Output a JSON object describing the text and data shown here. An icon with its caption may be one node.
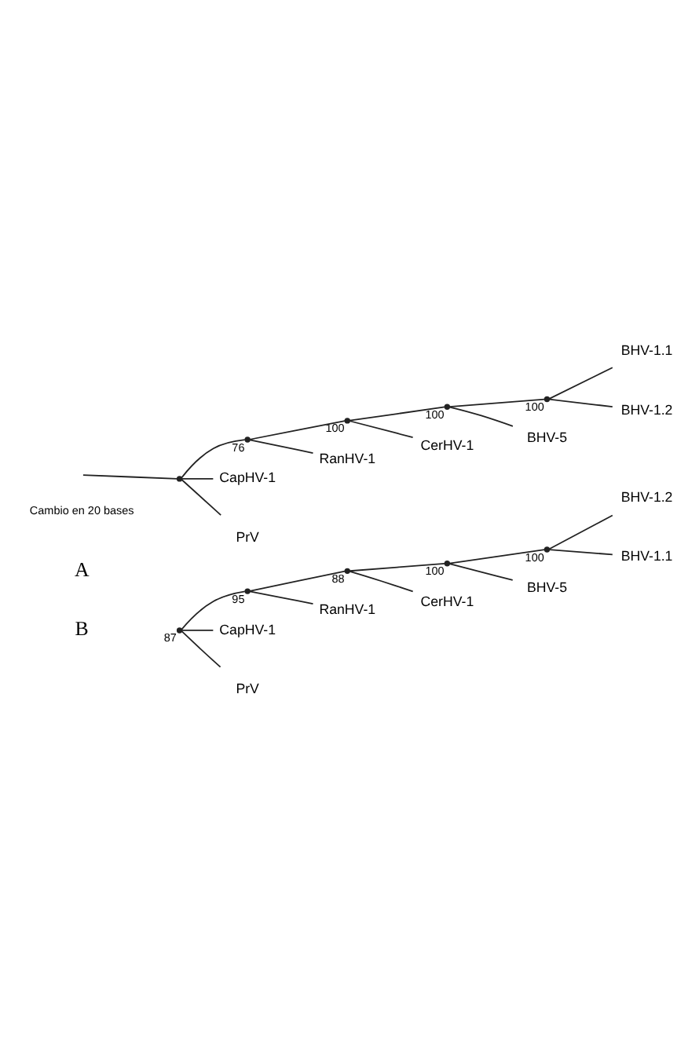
{
  "diagram": {
    "nodes": [
      {
        "text": [],
        "shape": "point"
      },
      {
        "text": [],
        "shape": "point",
        "beside": [
          "76"
        ]
      },
      {
        "text": [],
        "shape": "point",
        "beside": [
          "100"
        ]
      },
      {
        "text": [],
        "shape": "point",
        "beside": [
          "100"
        ]
      },
      {
        "text": [],
        "shape": "point",
        "beside": [
          "100"
        ]
      },
      {
        "text": [
          "BHV-1.1"
        ]
      },
      {
        "text": [
          "BHV-1.2"
        ]
      },
      {
        "text": [
          "BHV-5"
        ]
      },
      {
        "text": [
          "CerHV-1"
        ]
      },
      {
        "text": [
          "RanHV-1"
        ]
      },
      {
        "text": [
          "CapHV-1"
        ]
      },
      {
        "text": [
          "PrV"
        ]
      },
      {
        "text": [],
        "shape": "point",
        "beside": [
          "87"
        ]
      },
      {
        "text": [],
        "shape": "point",
        "beside": [
          "95"
        ]
      },
      {
        "text": [],
        "shape": "point",
        "beside": [
          "88"
        ]
      },
      {
        "text": [],
        "shape": "point",
        "beside": [
          "100"
        ]
      },
      {
        "text": [],
        "shape": "point",
        "beside": [
          "100"
        ]
      },
      {
        "text": [
          "RanHV-1"
        ]
      },
      {
        "text": [
          "CerHV-1"
        ]
      },
      {
        "text": [
          "CapHV-1"
        ]
      },
      {
        "text": [
          "BHV-5"
        ]
      },
      {
        "text": [
          "PrV"
        ]
      },
      {
        "text": [
          "BHV-1.2"
        ]
      },
      {
        "text": [
          "BHV-1.1"
        ]
      }
    ],
    "edges": [
      {
        "from": null,
        "to": 0,
        "arrow": "none"
      },
      {
        "from": 0,
        "to": 1,
        "arrow": "none"
      },
      {
        "from": 0,
        "to": 10,
        "arrow": "none"
      },
      {
        "from": 0,
        "to": 11,
        "arrow": "none"
      },
      {
        "from": 1,
        "to": 2,
        "arrow": "none"
      },
      {
        "from": 1,
        "to": 9,
        "arrow": "none"
      },
      {
        "from": 2,
        "to": 3,
        "arrow": "none"
      },
      {
        "from": 2,
        "to": 8,
        "arrow": "none"
      },
      {
        "from": 3,
        "to": 4,
        "arrow": "none"
      },
      {
        "from": 3,
        "to": 7,
        "arrow": "none"
      },
      {
        "from": 4,
        "to": 5,
        "arrow": "none"
      },
      {
        "from": 4,
        "to": 6,
        "arrow": "none"
      },
      {
        "from": 12,
        "to": 19,
        "arrow": "none"
      },
      {
        "from": 12,
        "to": 21,
        "arrow": "none"
      },
      {
        "from": 12,
        "to": 13,
        "arrow": "none"
      },
      {
        "from": 13,
        "to": 17,
        "arrow": "none"
      },
      {
        "from": 13,
        "to": 14,
        "arrow": "none"
      },
      {
        "from": 14,
        "to": 18,
        "arrow": "none"
      },
      {
        "from": 14,
        "to": 15,
        "arrow": "none"
      },
      {
        "from": 15,
        "to": 20,
        "arrow": "none"
      },
      {
        "from": 15,
        "to": 16,
        "arrow": "none"
      },
      {
        "from": 16,
        "to": 22,
        "arrow": "none"
      },
      {
        "from": 16,
        "to": 23,
        "arrow": "none"
      }
    ],
    "labels": [
      "Cambio en 20 bases",
      "A",
      "B"
    ]
  }
}
